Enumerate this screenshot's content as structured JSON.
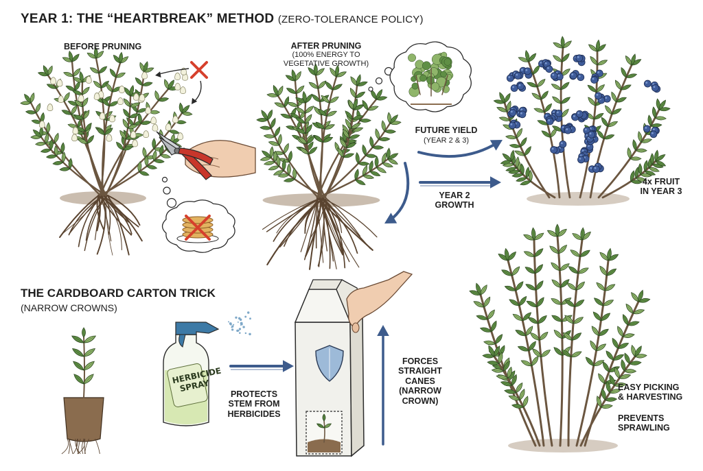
{
  "title": {
    "main": "YEAR 1: THE “HEARTBREAK” METHOD",
    "policy": "(ZERO-TOLERANCE POLICY)"
  },
  "before": {
    "label": "BEFORE PRUNING"
  },
  "after": {
    "label": "AFTER PRUNING",
    "note_line1": "(100% ENERGY TO",
    "note_line2": "VEGETATIVE GROWTH)"
  },
  "future": {
    "label": "FUTURE YIELD",
    "note": "(YEAR 2 & 3)"
  },
  "growth": {
    "line1": "YEAR 2",
    "line2": "GROWTH"
  },
  "fruit": {
    "line1": "4x FRUIT",
    "line2": "IN YEAR 3"
  },
  "carton": {
    "title": "THE CARDBOARD CARTON TRICK",
    "subtitle": "(NARROW CROWNS)",
    "bottle_line1": "HERBICIDE",
    "bottle_line2": "SPRAY",
    "protect_line1": "PROTECTS",
    "protect_line2": "STEM FROM",
    "protect_line3": "HERBICIDES",
    "force_line1": "FORCES",
    "force_line2": "STRAIGHT",
    "force_line3": "CANES",
    "force_line4": "(NARROW",
    "force_line5": "CROWN)"
  },
  "mature": {
    "pick_line1": "EASY PICKING",
    "pick_line2": "& HARVESTING",
    "sprawl_line1": "PREVENTS",
    "sprawl_line2": "SPRAWLING"
  },
  "colors": {
    "leaf": "#5f8f45",
    "leaf_light": "#8fb56a",
    "leaf_edge": "#2f4a22",
    "stem": "#6b5640",
    "root": "#5a4430",
    "soil": "#8a6c4e",
    "blossom": "#f2f1dc",
    "berry": "#3f5c9a",
    "berry_light": "#7d9ad0",
    "arrow": "#3d5b8c",
    "cross": "#d6402c",
    "ink": "#2a2a2a",
    "carton": "#f1f1ec",
    "shield": "#9dbad8",
    "bottle_liquid": "#cfe3a4",
    "trigger": "#3d7aa6",
    "skin": "#f0cdb0",
    "shear_handle": "#c8362b",
    "pancake": "#e2b260"
  }
}
